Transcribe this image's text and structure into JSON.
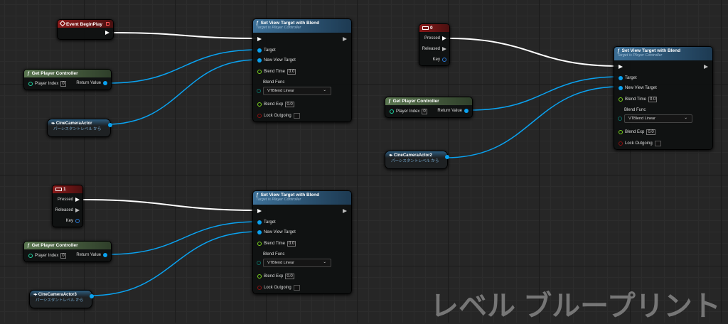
{
  "event_begin_play": {
    "title": "Event BeginPlay"
  },
  "get_player_controller": {
    "title": "Get Player Controller",
    "player_index_label": "Player Index",
    "player_index_value": "0",
    "return_label": "Return Value"
  },
  "set_view_target": {
    "title": "Set View Target with Blend",
    "subtitle": "Target is Player Controller",
    "target": "Target",
    "new_view_target": "New View Target",
    "blend_time": "Blend Time",
    "blend_time_value": "0.0",
    "blend_func": "Blend Func",
    "blend_func_value": "VTBlend Linear",
    "blend_exp": "Blend Exp",
    "blend_exp_value": "0.0",
    "lock_outgoing": "Lock Outgoing"
  },
  "key_events": [
    {
      "key": "0"
    },
    {
      "key": "1"
    }
  ],
  "key_pins": {
    "pressed": "Pressed",
    "released": "Released",
    "key": "Key"
  },
  "cameras": [
    {
      "name": "CineCameraActor"
    },
    {
      "name": "CineCameraActor2"
    },
    {
      "name": "CineCameraActor3"
    }
  ],
  "camera_subtitle": "パーシスタントレベル から",
  "watermark": "レベル ブループリント",
  "colors": {
    "exec_wire": "#ffffff",
    "object_wire": "#0aa2f0"
  }
}
